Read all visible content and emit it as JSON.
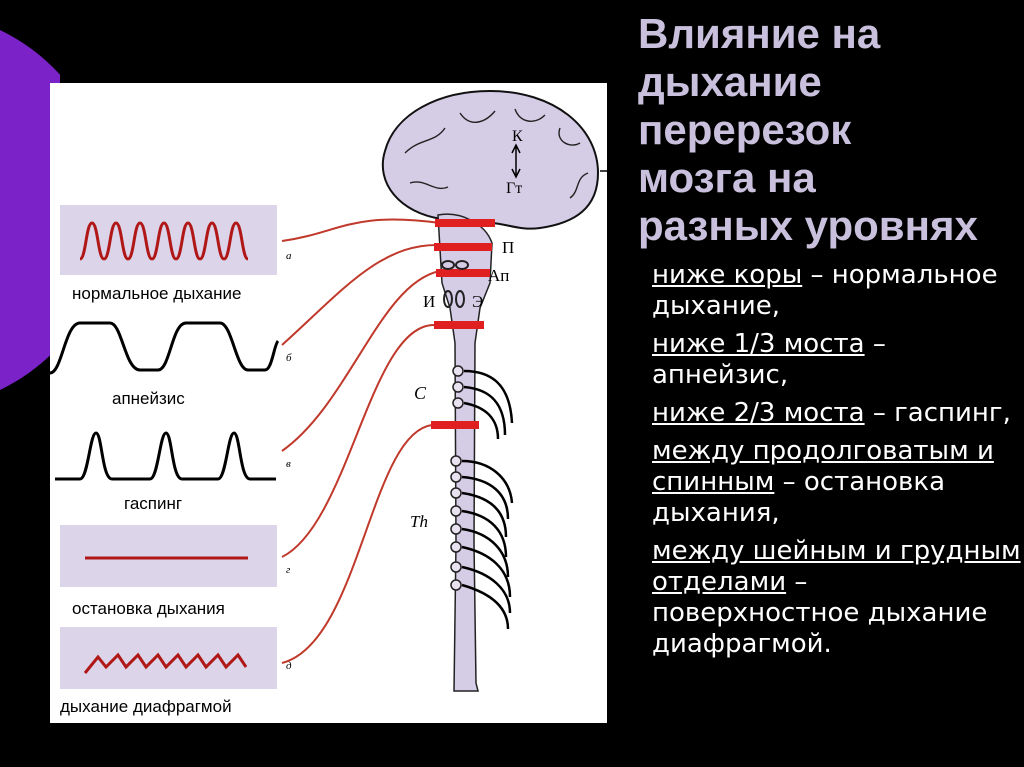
{
  "title_lines": [
    "Влияние на",
    "дыхание",
    "перерезок",
    "мозга на",
    "разных уровнях"
  ],
  "bullets": [
    {
      "u": "ниже коры",
      "rest": " – нормальное дыхание,"
    },
    {
      "u": "ниже 1/3 моста",
      "rest": " – апнейзис,"
    },
    {
      "u": "ниже 2/3 моста",
      "rest": " – гаспинг,"
    },
    {
      "u": "между продолговатым и спинным",
      "rest": " – остановка дыхания,"
    },
    {
      "u": "между шейным и грудным отделами",
      "rest": " – поверхностное дыхание диафрагмой."
    }
  ],
  "strips": [
    {
      "label": "нормальное дыхание",
      "letter": "а"
    },
    {
      "label": "апнейзис",
      "letter": "б"
    },
    {
      "label": "гаспинг",
      "letter": "в"
    },
    {
      "label": "остановка дыхания",
      "letter": "г"
    },
    {
      "label": "дыхание диафрагмой",
      "letter": "д"
    }
  ],
  "brain_labels": {
    "k": "К",
    "gt": "Гт",
    "p": "П",
    "ap": "Ап",
    "i": "И",
    "e": "Э",
    "c": "C",
    "th": "Th"
  },
  "colors": {
    "accent": "#7b22c8",
    "cut": "#e02020",
    "line": "#c0392b",
    "trace": "#b01818",
    "chart_bg": "#dcd4e8",
    "brain": "#d5cce6"
  }
}
